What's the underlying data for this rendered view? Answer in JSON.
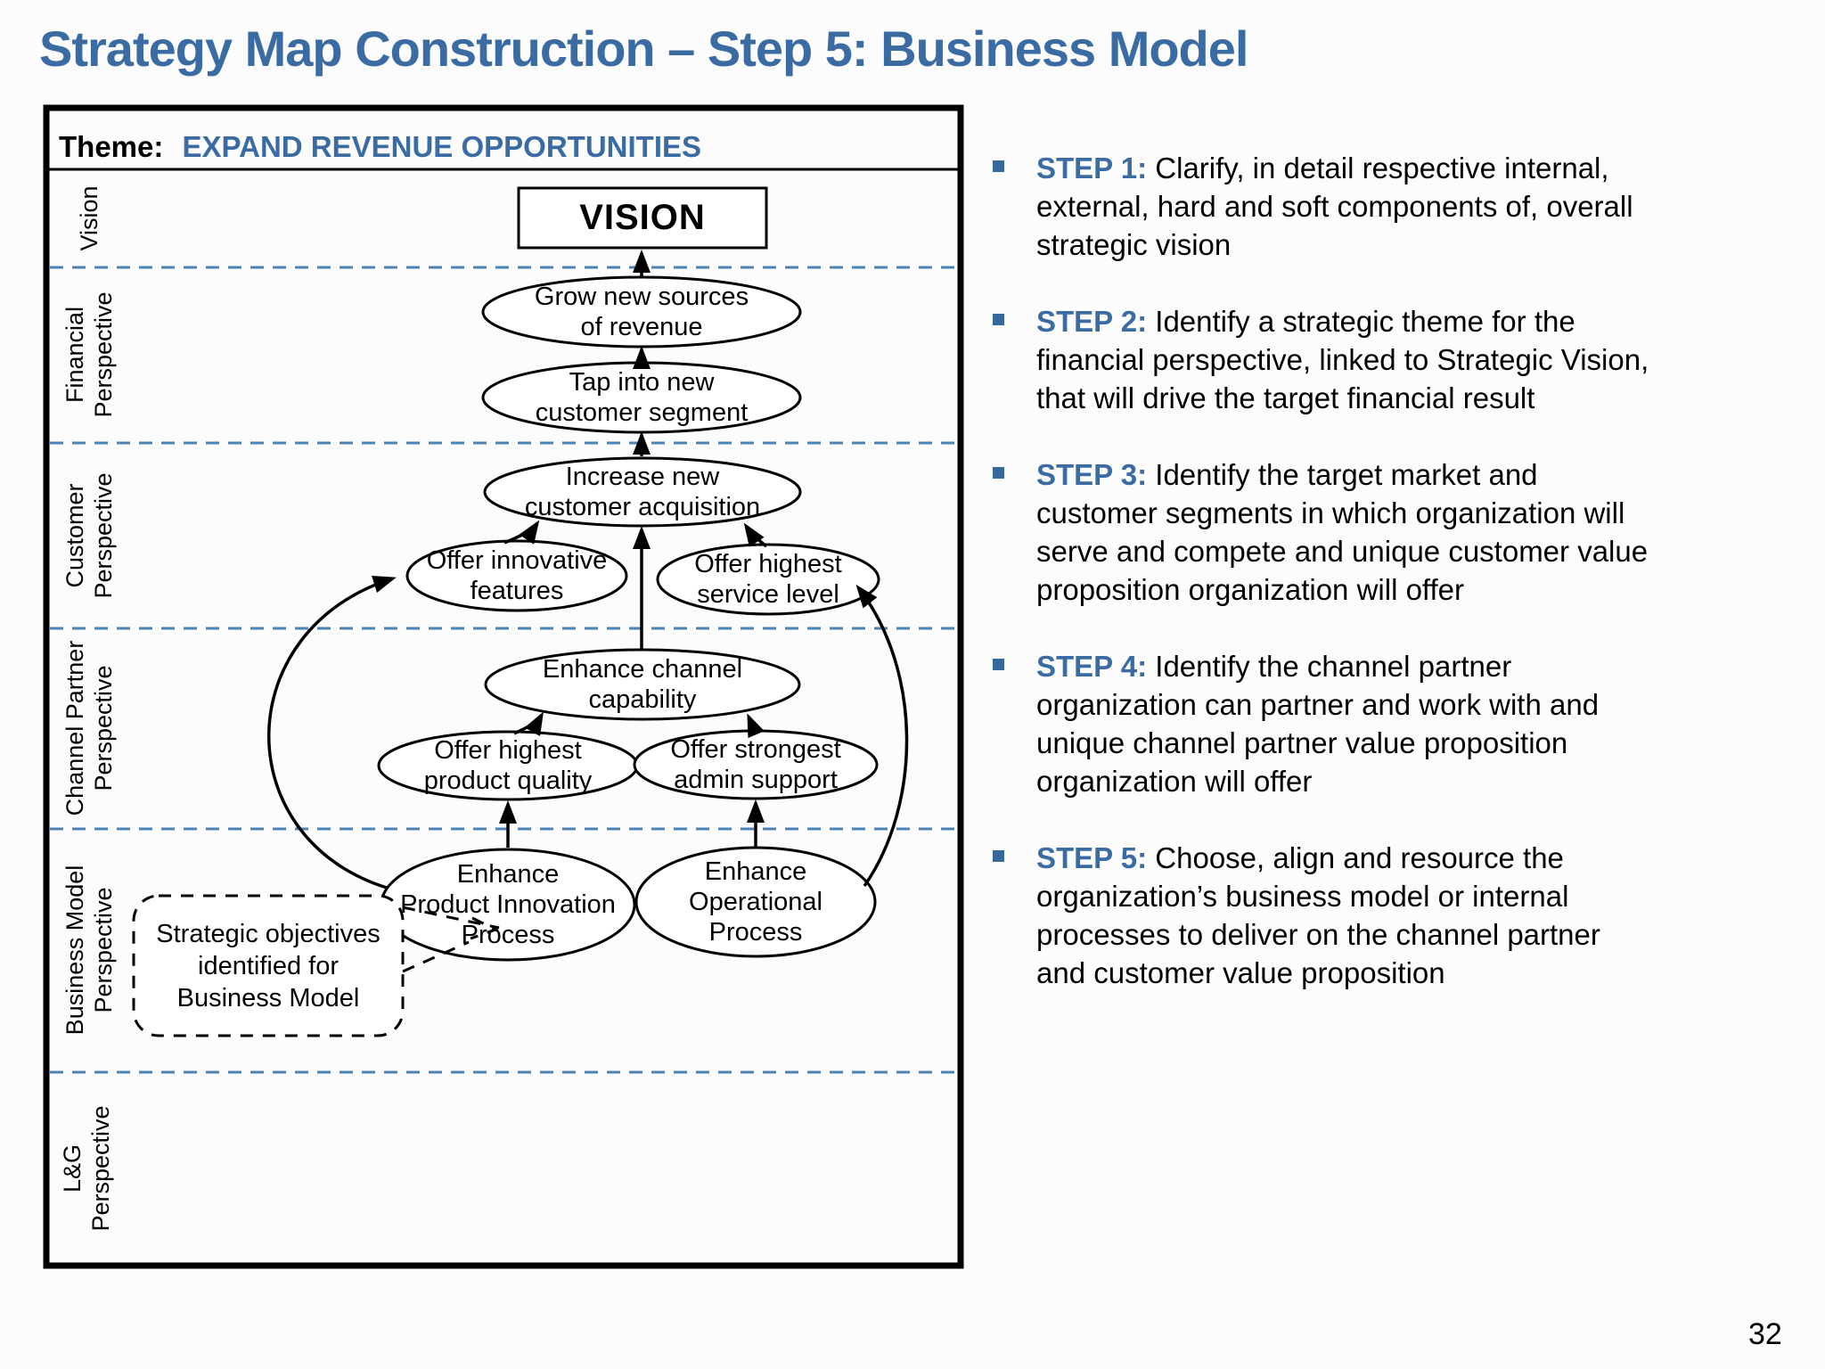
{
  "title": "Strategy Map Construction – Step 5: Business Model",
  "page_number": "32",
  "colors": {
    "accent_blue": "#3a6ca3",
    "dashed_blue": "#4d84b5",
    "bullet_blue": "#36689c"
  },
  "diagram": {
    "theme_label": "Theme:",
    "theme_value": "EXPAND REVENUE OPPORTUNITIES",
    "row_labels": [
      "Vision",
      "Financial\nPerspective",
      "Customer\nPerspective",
      "Channel Partner\nPerspective",
      "Business Model\nPerspective",
      "L&G\nPerspective"
    ],
    "vision_label": "VISION",
    "nodes": {
      "grow": "Grow new sources\nof revenue",
      "tap": "Tap into new\ncustomer segment",
      "increase": "Increase new\ncustomer acquisition",
      "features": "Offer innovative\nfeatures",
      "service": "Offer highest\nservice level",
      "channel": "Enhance channel\ncapability",
      "quality": "Offer highest\nproduct quality",
      "admin": "Offer strongest\nadmin support",
      "product_process": "Enhance\nProduct Innovation\nProcess",
      "operational_process": "Enhance\nOperational\nProcess"
    },
    "callout": "Strategic objectives\nidentified for\nBusiness Model"
  },
  "steps": [
    {
      "label": "STEP 1:",
      "text": " Clarify, in detail respective internal,\nexternal, hard and soft components of, overall\nstrategic vision"
    },
    {
      "label": "STEP 2:",
      "text": " Identify a strategic theme for the\nfinancial perspective, linked to Strategic Vision,\nthat will drive the target financial result"
    },
    {
      "label": "STEP 3:",
      "text": " Identify the target market and\ncustomer segments in which organization will\nserve and compete and unique customer value\nproposition organization will offer"
    },
    {
      "label": "STEP 4:",
      "text": " Identify the channel partner\norganization can partner and work with and\nunique channel partner value proposition\norganization will offer"
    },
    {
      "label": "STEP 5:",
      "text": " Choose, align and resource the\norganization’s business model or internal\nprocesses to deliver on the channel partner\nand customer value proposition"
    }
  ]
}
